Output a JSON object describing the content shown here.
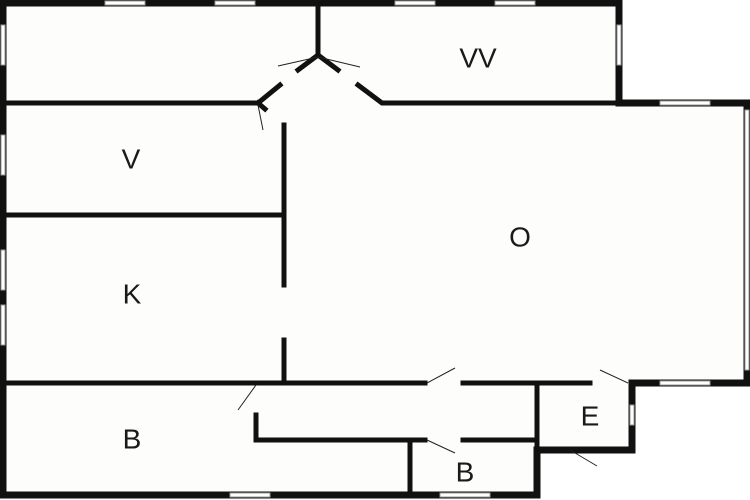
{
  "rooms": [
    {
      "label": "VV"
    },
    {
      "label": "V"
    },
    {
      "label": "O"
    },
    {
      "label": "K"
    },
    {
      "label": "B"
    },
    {
      "label": "E"
    },
    {
      "label": "B"
    }
  ]
}
